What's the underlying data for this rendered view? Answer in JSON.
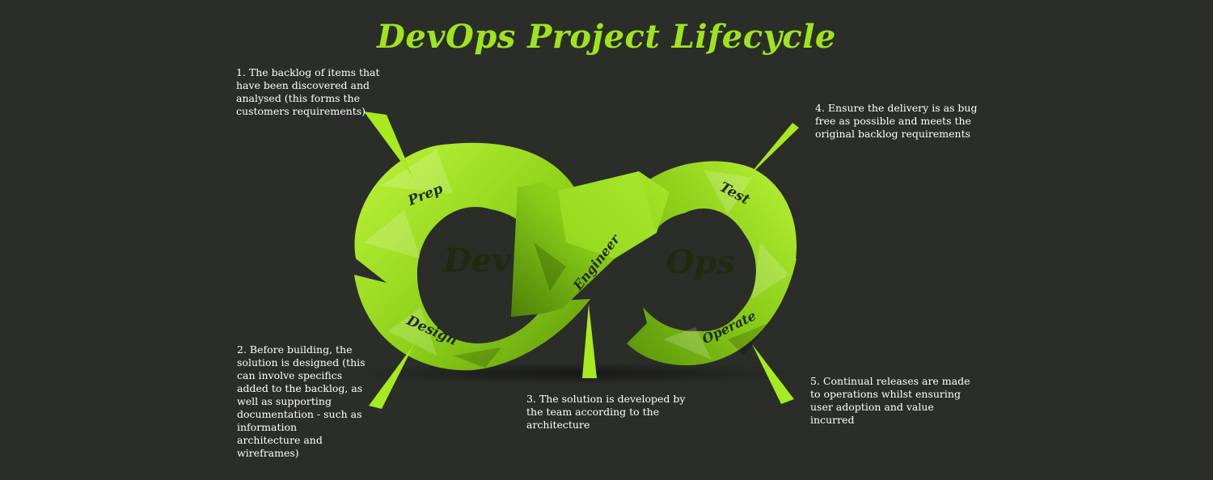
{
  "title": "DevOps Project Lifecycle",
  "center_labels": {
    "left": "Dev",
    "right": "Ops"
  },
  "stages": {
    "prep": "Prep",
    "design": "Design",
    "engineer": "Engineer",
    "test": "Test",
    "operate": "Operate"
  },
  "notes": {
    "n1": "1. The backlog of items that\nhave been discovered and\nanalysed (this forms the\ncustomers requirements)",
    "n2": "2. Before building, the\nsolution is designed (this\ncan involve specifics\nadded to the backlog, as\nwell as supporting\ndocumentation - such as\ninformation\narchitecture and\nwireframes)",
    "n3": "3. The solution is developed by\nthe team according to the\narchitecture",
    "n4": "4. Ensure the delivery is as bug\nfree as possible and meets the\noriginal backlog requirements",
    "n5": "5. Continual releases are made\nto operations whilst ensuring\nuser adoption and value\nincurred"
  },
  "colors": {
    "background": "#2b2d29",
    "accent": "#9ee41c",
    "loop_light": "#b4f032",
    "loop_dark": "#5e9a0c",
    "text": "#ffffff"
  }
}
